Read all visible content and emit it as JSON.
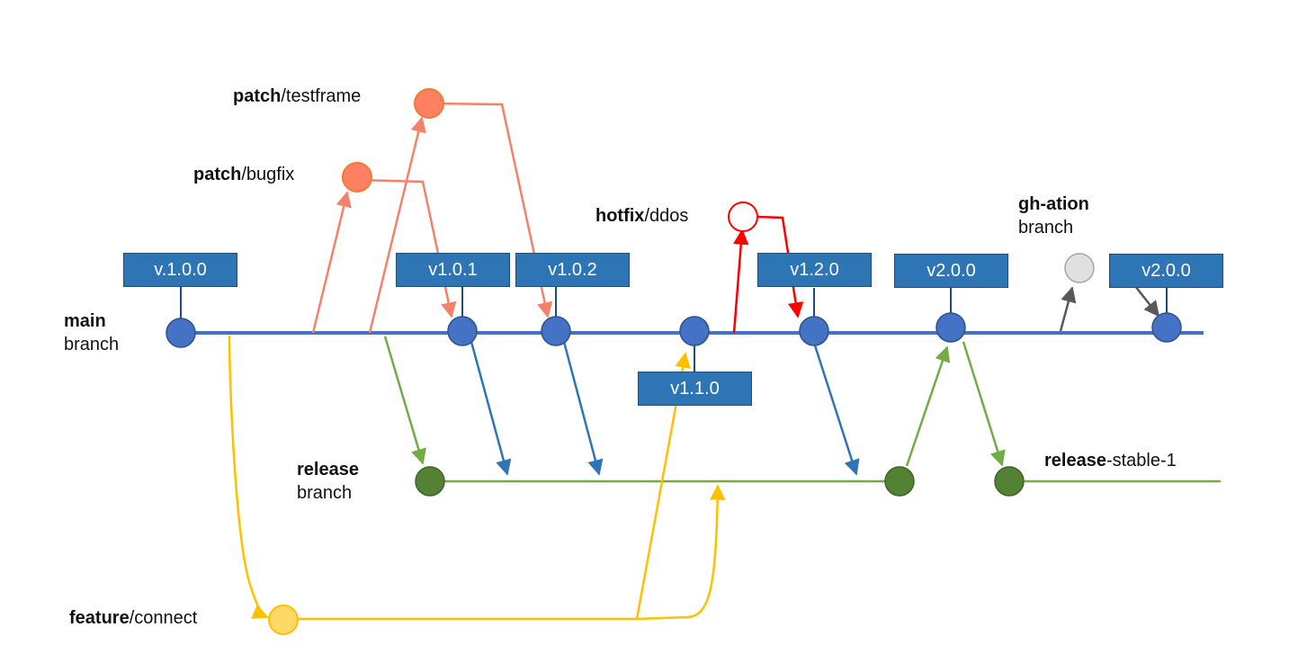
{
  "branches": {
    "main": {
      "name": "main",
      "suffix": "branch"
    },
    "release": {
      "name": "release",
      "suffix": "branch"
    },
    "release_stable": {
      "name": "release",
      "suffix": "-stable-1"
    },
    "gh_action": {
      "name": "gh-ation",
      "suffix": "branch"
    },
    "patch_testframe": {
      "name": "patch",
      "suffix": "/testframe"
    },
    "patch_bugfix": {
      "name": "patch",
      "suffix": "/bugfix"
    },
    "hotfix_ddos": {
      "name": "hotfix",
      "suffix": "/ddos"
    },
    "feature_connect": {
      "name": "feature",
      "suffix": "/connect"
    }
  },
  "tags": {
    "v100": "v.1.0.0",
    "v101": "v1.0.1",
    "v102": "v1.0.2",
    "v110": "v1.1.0",
    "v120": "v1.2.0",
    "v200a": "v2.0.0",
    "v200b": "v2.0.0"
  },
  "colors": {
    "main": "#4472c4",
    "main_arrow": "#2e75b6",
    "tag_fill": "#2e75b6",
    "release": "#70ad47",
    "release_node": "#548235",
    "patch": "#f4826a",
    "patch_node": "#ff7f63",
    "hotfix": "#ff0000",
    "feature": "#ffc000",
    "feature_node": "#ffd966",
    "gh_action": "#595959",
    "gh_node": "#e0e0e0"
  }
}
